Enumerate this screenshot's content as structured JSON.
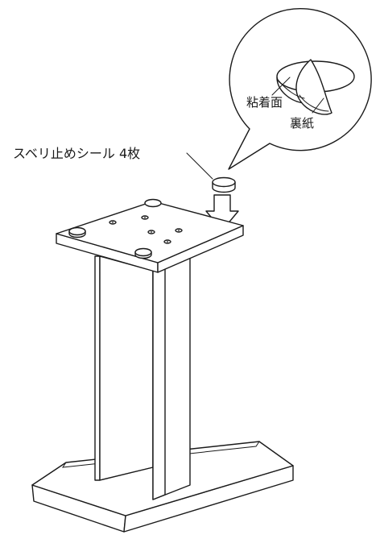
{
  "labels": {
    "seal_label": "スベリ止めシール 4枚",
    "adhesive_label": "粘着面",
    "backing_label": "裏紙"
  }
}
